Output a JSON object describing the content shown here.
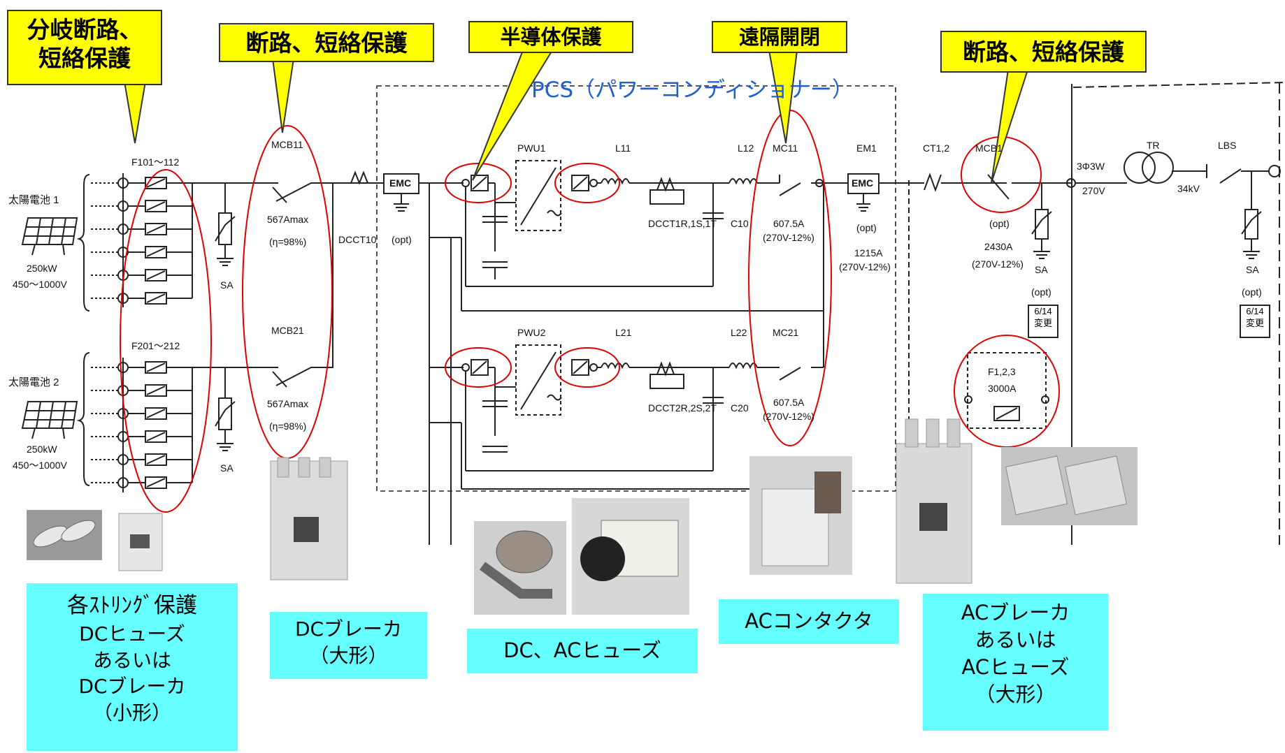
{
  "callouts": {
    "branch": [
      "分岐断路、",
      "短絡保護"
    ],
    "breaker": "断路、短絡保護",
    "semiconductor": "半導体保護",
    "remote": "遠隔開閉",
    "breaker2": "断路、短絡保護"
  },
  "pcs_title": "PCS（パワーコンディショナー）",
  "solar": [
    {
      "name": "太陽電池 1",
      "power": "250kW",
      "voltage": "450～1000V"
    },
    {
      "name": "太陽電池 2",
      "power": "250kW",
      "voltage": "450～1000V"
    }
  ],
  "labels": {
    "f101": "F101～112",
    "f201": "F201～212",
    "sa": "SA",
    "mcb11": "MCB11",
    "mcb21": "MCB21",
    "mcb_rating": "567Amax",
    "mcb_eta": "(η=98%)",
    "dcct10": "DCCT10",
    "opt": "(opt)",
    "emc": "EMC",
    "pwu1": "PWU1",
    "pwu2": "PWU2",
    "l11": "L11",
    "l12": "L12",
    "l21": "L21",
    "l22": "L22",
    "dcct1": "DCCT1R,1S,1T",
    "dcct2": "DCCT2R,2S,2T",
    "c10": "C10",
    "c20": "C20",
    "mc11": "MC11",
    "mc21": "MC21",
    "mc_rating": "607.5A",
    "mc_volt": "(270V-12%)",
    "em1": "EM1",
    "em_rating": "1215A",
    "ct": "CT1,2",
    "mcb1": "MCB1",
    "mcb1_rating": "2430A",
    "tr": "TR",
    "lbs": "LBS",
    "phase": "3Φ3W",
    "v270": "270V",
    "v34k": "34kV",
    "opt_plain": "(opt)",
    "change_date": "6/14",
    "change": "変更",
    "fuse": "F1,2,3",
    "fuse_rating": "3000A"
  },
  "info_boxes": {
    "string": [
      "各ｽﾄﾘﾝｸﾞ保護",
      "DCヒューズ",
      "あるいは",
      "DCブレーカ",
      "（小形）"
    ],
    "dc_breaker": [
      "DCブレーカ",
      "（大形）"
    ],
    "dc_ac_fuse": "DC、ACヒューズ",
    "contactor": "ACコンタクタ",
    "ac_breaker": [
      "ACブレーカ",
      "あるいは",
      "ACヒューズ",
      "（大形）"
    ]
  },
  "colors": {
    "callout": "#ffff00",
    "info": "#66ffff",
    "highlight": "#e00000",
    "pcs_title": "#1f5fd0"
  }
}
